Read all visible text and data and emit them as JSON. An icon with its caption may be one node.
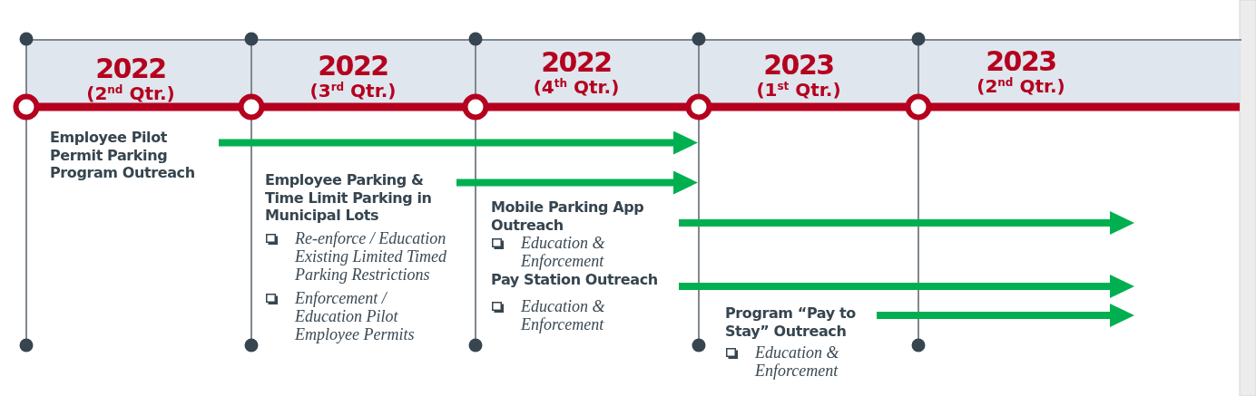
{
  "diagram": {
    "nodes": [
      {
        "text": [],
        "shape": "line"
      },
      {
        "text": [],
        "shape": "line"
      },
      {
        "text": [],
        "shape": "line"
      },
      {
        "text": [],
        "shape": "line"
      },
      {
        "text": [],
        "shape": "line"
      },
      {
        "text": [
          "Employee Pilot Permit Parking Program Outreach"
        ]
      },
      {
        "text": [
          "Employee Parking & Time Limit Parking in Municipal Lots",
          "Re-enforce / Education Existing Limited Timed Parking Restrictions",
          "Enforcement / Education Pilot Employee Permits"
        ]
      },
      {
        "text": [
          "Mobile Parking App Outreach",
          "Education & Enforcement"
        ]
      },
      {
        "text": [
          "Pay Station Outreach",
          "Education & Enforcement"
        ]
      },
      {
        "text": [
          "Program “Pay to Stay” Outreach",
          "Education & Enforcement"
        ]
      }
    ],
    "edges": [
      {
        "from": 5,
        "to": 3,
        "arrow": "to"
      },
      {
        "from": 6,
        "to": 3,
        "arrow": "to"
      },
      {
        "from": 7,
        "to": null,
        "arrow": "to"
      },
      {
        "from": 8,
        "to": null,
        "arrow": "to"
      },
      {
        "from": 9,
        "to": null,
        "arrow": "to"
      }
    ],
    "labels": [
      "2022",
      "(2$^{nd}$ Qtr.)",
      "2022",
      "(3$^{rd}$ Qtr.)",
      "2022",
      "(4$^{th}$ Qtr.)",
      "2023",
      "(1$^{st}$ Qtr.)",
      "2023",
      "(2$^{nd}$ Qtr.)"
    ]
  }
}
